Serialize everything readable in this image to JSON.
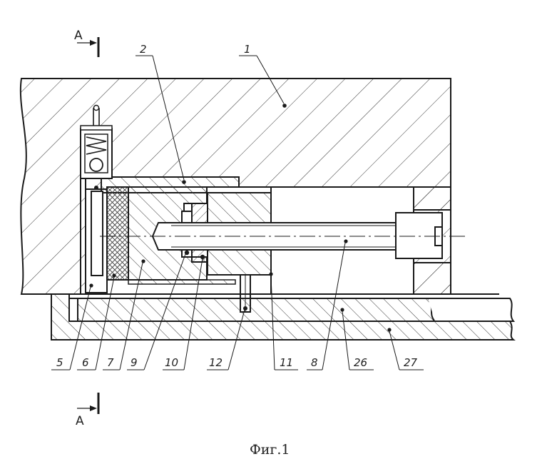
{
  "section_marks": {
    "top": "A",
    "bottom": "A"
  },
  "caption": "Фиг.1",
  "callouts": {
    "c1": "1",
    "c2": "2",
    "c5": "5",
    "c6": "6",
    "c7": "7",
    "c9": "9",
    "c10": "10",
    "c12": "12",
    "c11": "11",
    "c8": "8",
    "c26": "26",
    "c27": "27"
  },
  "colors": {
    "line": "#1a1a1a",
    "paper": "#ffffff"
  }
}
